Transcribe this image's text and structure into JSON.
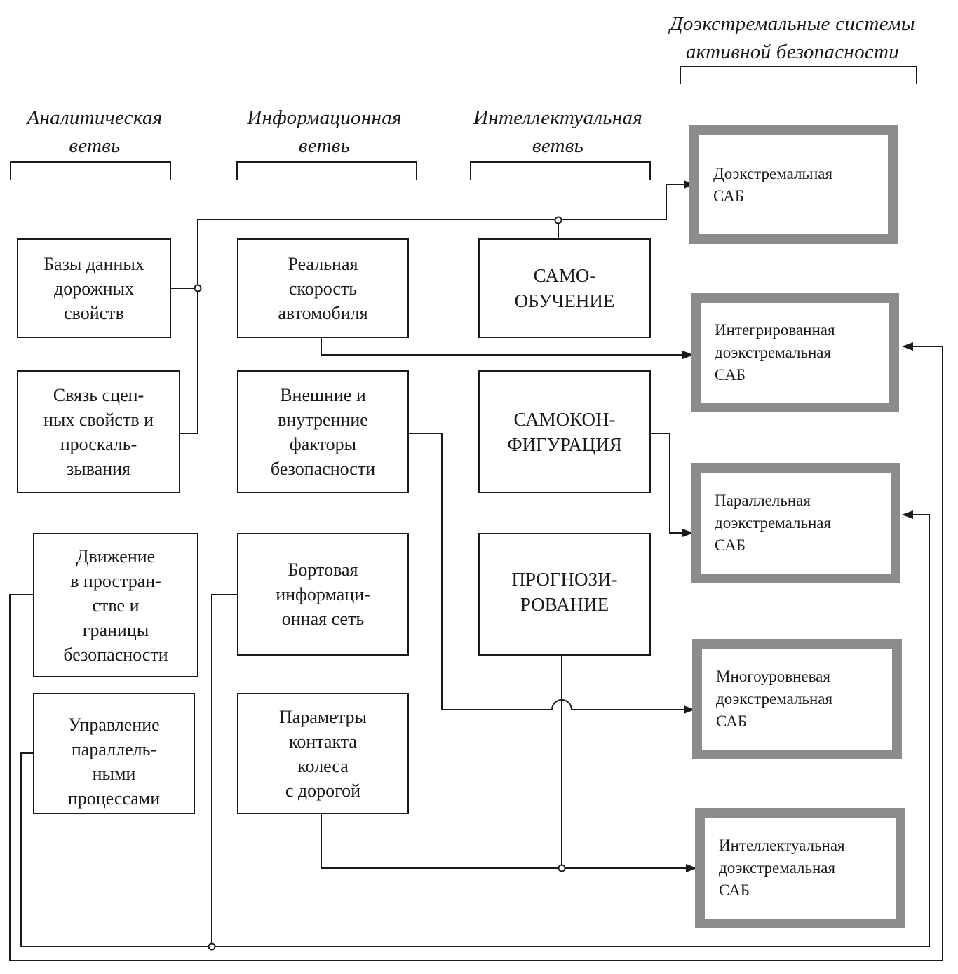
{
  "headers": {
    "top_right": [
      "Доэкстремальные системы",
      "активной безопасности"
    ],
    "analytic": [
      "Аналитическая",
      "ветвь"
    ],
    "info": [
      "Информационная",
      "ветвь"
    ],
    "intel": [
      "Интеллектуальная",
      "ветвь"
    ]
  },
  "analytic_boxes": [
    [
      "Базы данных",
      "дорожных",
      "свойств"
    ],
    [
      "Связь сцеп-",
      "ных свойств и",
      "проскаль-",
      "зывания"
    ],
    [
      "Движение",
      "в простран-",
      "стве и",
      "границы",
      "безопасности"
    ],
    [
      "Управление",
      "параллель-",
      "ными",
      "процессами"
    ]
  ],
  "info_boxes": [
    [
      "Реальная",
      "скорость",
      "автомобиля"
    ],
    [
      "Внешние и",
      "внутренние",
      "факторы",
      "безопасности"
    ],
    [
      "Бортовая",
      "информаци-",
      "онная сеть"
    ],
    [
      "Параметры",
      "контакта",
      "колеса",
      "с дорогой"
    ]
  ],
  "intel_boxes": [
    [
      "САМО-",
      "ОБУЧЕНИЕ"
    ],
    [
      "САМОКОН-",
      "ФИГУРАЦИЯ"
    ],
    [
      "ПРОГНОЗИ-",
      "РОВАНИЕ"
    ]
  ],
  "sab_boxes": [
    [
      "Доэкстремальная",
      "САБ"
    ],
    [
      "Интегрированная",
      "доэкстремальная",
      "САБ"
    ],
    [
      "Параллельная",
      "доэкстремальная",
      "САБ"
    ],
    [
      "Многоуровневая",
      "доэкстремальная",
      "САБ"
    ],
    [
      "Интеллектуальная",
      "доэкстремальная",
      "САБ"
    ]
  ],
  "colors": {
    "line": "#1a1a1a",
    "sab_border": "#8c8c8c"
  }
}
